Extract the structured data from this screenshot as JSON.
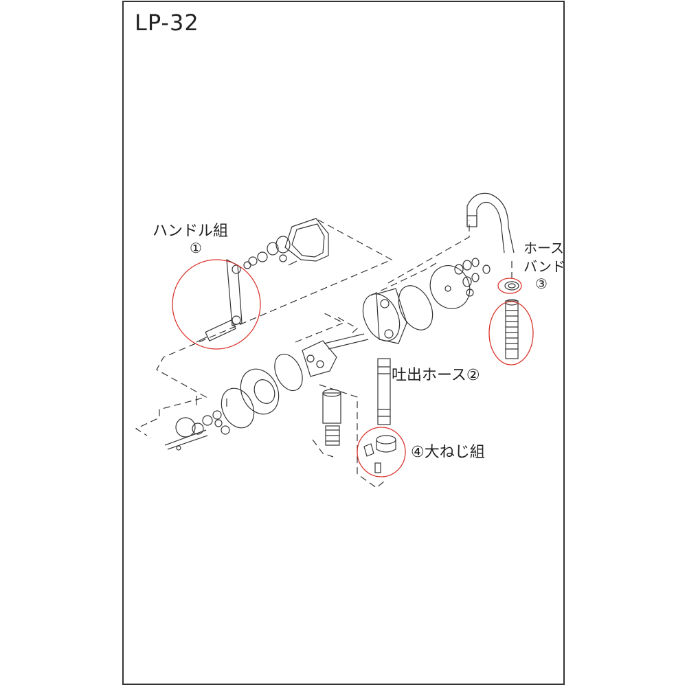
{
  "title": "LP-32",
  "callouts": {
    "handle_set": {
      "label": "ハンドル組",
      "number": "①"
    },
    "hose_band": {
      "label_line1": "ホース",
      "label_line2": "バンド",
      "number": "③"
    },
    "discharge_hose": {
      "label": "吐出ホース②"
    },
    "big_screw_set": {
      "label": "④大ねじ組"
    }
  },
  "colors": {
    "highlight": "#d9342b",
    "line": "#333333"
  }
}
